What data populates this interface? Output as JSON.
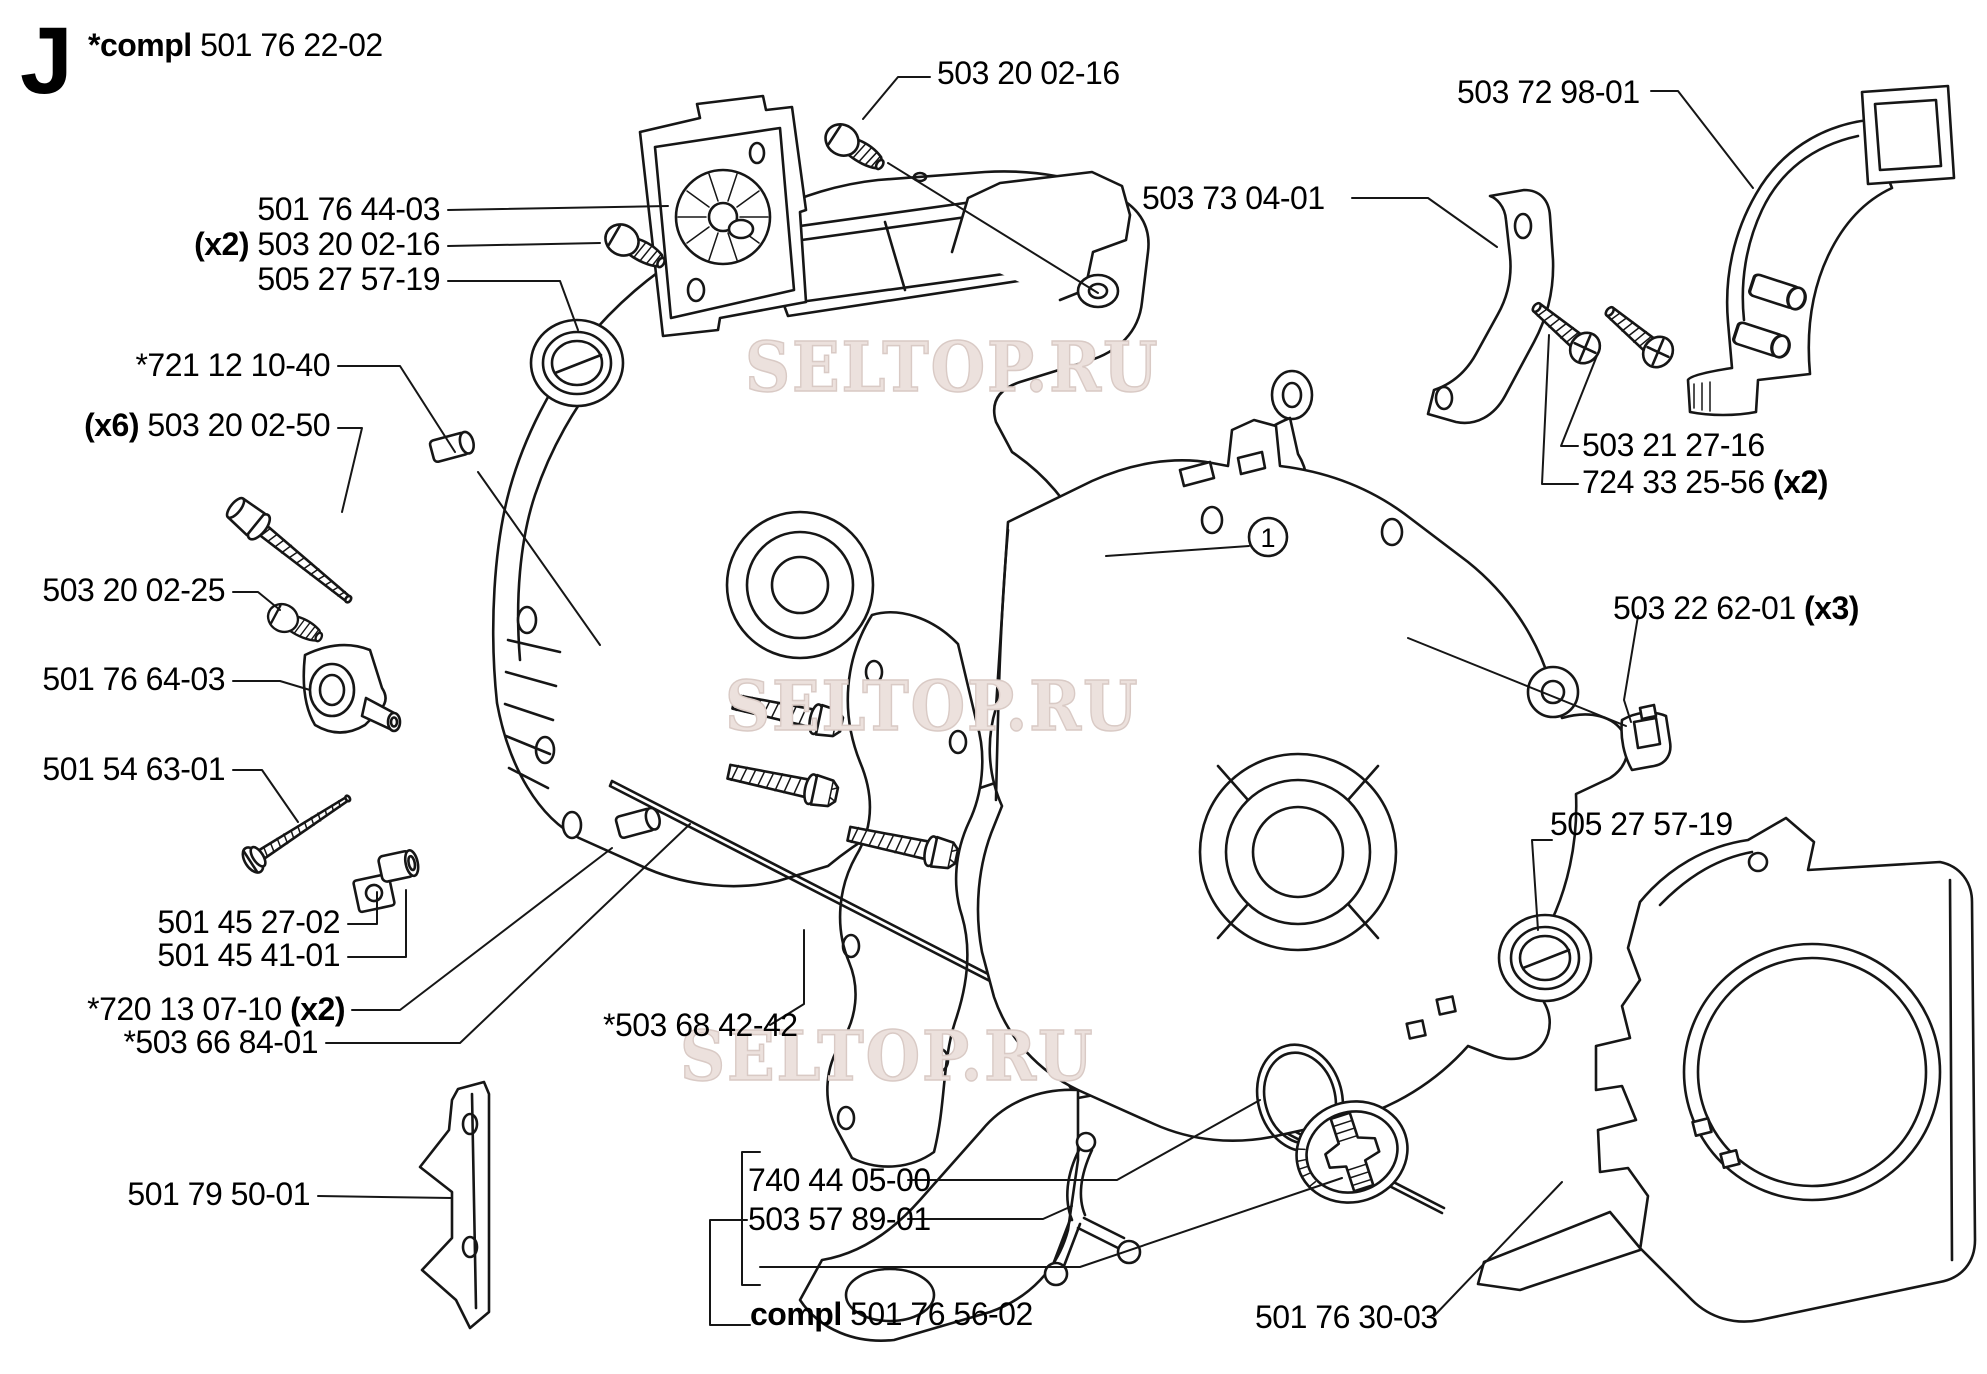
{
  "figure": {
    "letter": "J"
  },
  "callout": {
    "number": "1"
  },
  "watermark": {
    "text": "SELTOP.RU",
    "color": "#ece1dd"
  },
  "labels": {
    "compl_title": {
      "bold_pre": "*compl ",
      "text": "501 76 22-02"
    },
    "screw_top": {
      "text": "503 20 02-16"
    },
    "intake_elbow": {
      "text": "503 72 98-01"
    },
    "fan_plate": {
      "text": "501 76 44-03"
    },
    "screw_x2": {
      "bold_pre": "(x2) ",
      "text": "503 20 02-16"
    },
    "seal_left": {
      "text": "505 27 57-19"
    },
    "guide_plate": {
      "text": "503 73 04-01"
    },
    "pin_721": {
      "text": "*721 12 10-40"
    },
    "bolt_x6": {
      "bold_pre": "(x6) ",
      "text": "503 20 02-50"
    },
    "screw_2127": {
      "text": "503 21 27-16"
    },
    "screw_7243": {
      "text": "724 33 25-56 ",
      "bold_post": "(x2)"
    },
    "screw_2025": {
      "text": "503 20 02-25"
    },
    "clip_x3": {
      "text": "503 22 62-01 ",
      "bold_post": "(x3)"
    },
    "oil_pump": {
      "text": "501 76 64-03"
    },
    "screw_5463": {
      "text": "501 54 63-01"
    },
    "seal_right": {
      "text": "505 27 57-19"
    },
    "nut_4527": {
      "text": "501 45 27-02"
    },
    "nut_4541": {
      "text": "501 45 41-01"
    },
    "pin_720": {
      "text": "*720 13 07-10 ",
      "bold_post": "(x2)"
    },
    "rod": {
      "text": "*503 66 84-01"
    },
    "gasket": {
      "text": "*503 68 42-42"
    },
    "spike": {
      "text": "501 79 50-01"
    },
    "oring": {
      "text": "740 44 05-00"
    },
    "retainer": {
      "text": "503 57 89-01"
    },
    "cap_compl": {
      "bold_pre": "compl ",
      "text": "501 76 56-02"
    },
    "fan_housing": {
      "text": "501 76 30-03"
    }
  }
}
